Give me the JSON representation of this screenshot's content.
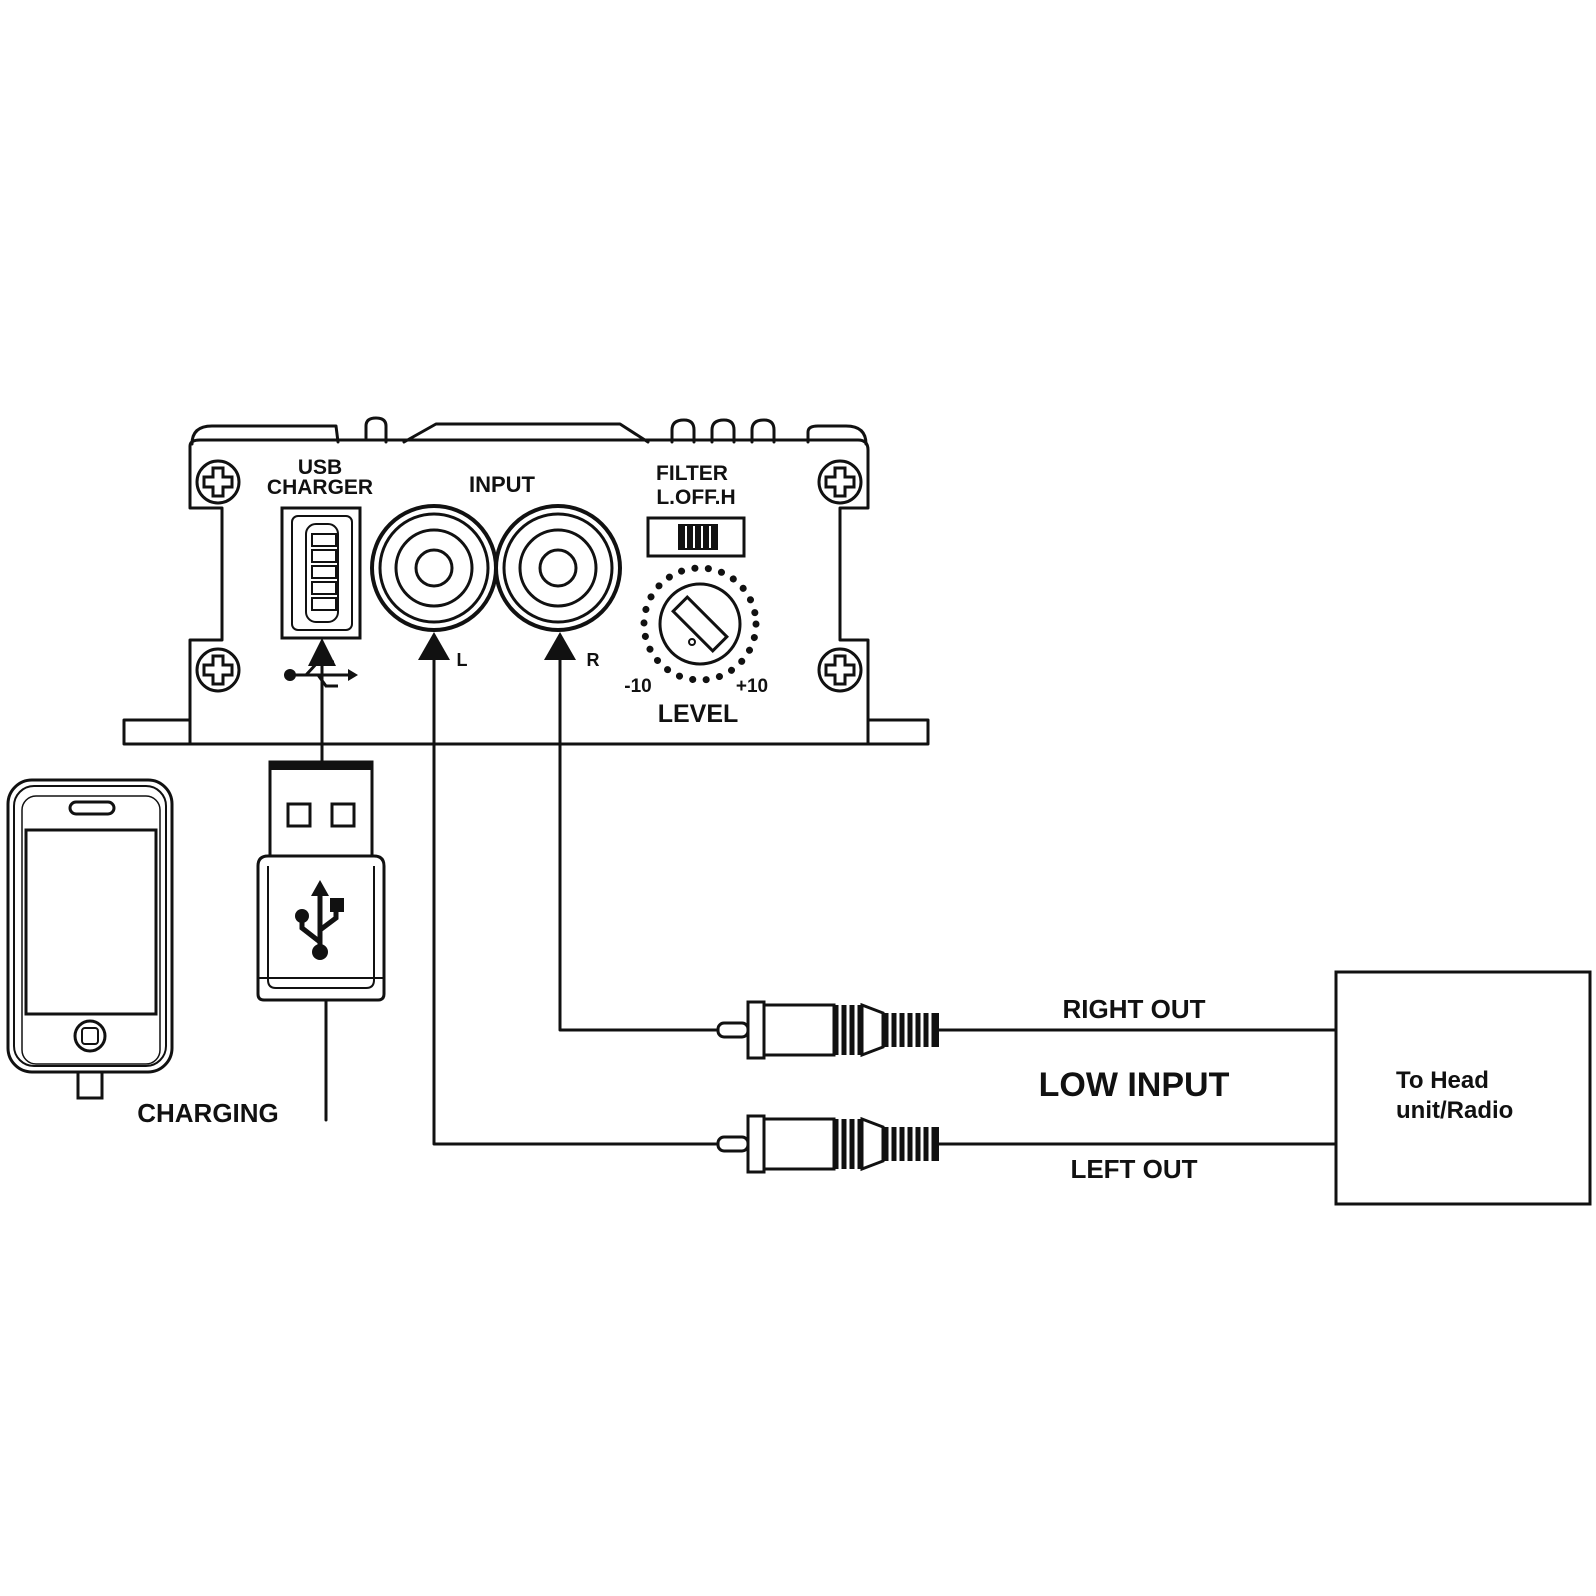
{
  "amp": {
    "usb_label_1": "USB",
    "usb_label_2": "CHARGER",
    "input_label": "INPUT",
    "filter_label_1": "FILTER",
    "filter_label_2": "L.OFF.H",
    "jack_left": "L",
    "jack_right": "R",
    "level_min": "-10",
    "level_max": "+10",
    "level_label": "LEVEL"
  },
  "cables": {
    "charging": "CHARGING",
    "right_out": "RIGHT OUT",
    "left_out": "LEFT OUT",
    "low_input": "LOW INPUT"
  },
  "head_unit": {
    "line1": "To Head",
    "line2": "unit/Radio"
  },
  "icons": [
    "screw-icon",
    "usb-symbol-icon",
    "rca-jack-icon",
    "rca-plug-icon",
    "smartphone-icon",
    "usb-plug-icon",
    "arrow-up-icon"
  ]
}
